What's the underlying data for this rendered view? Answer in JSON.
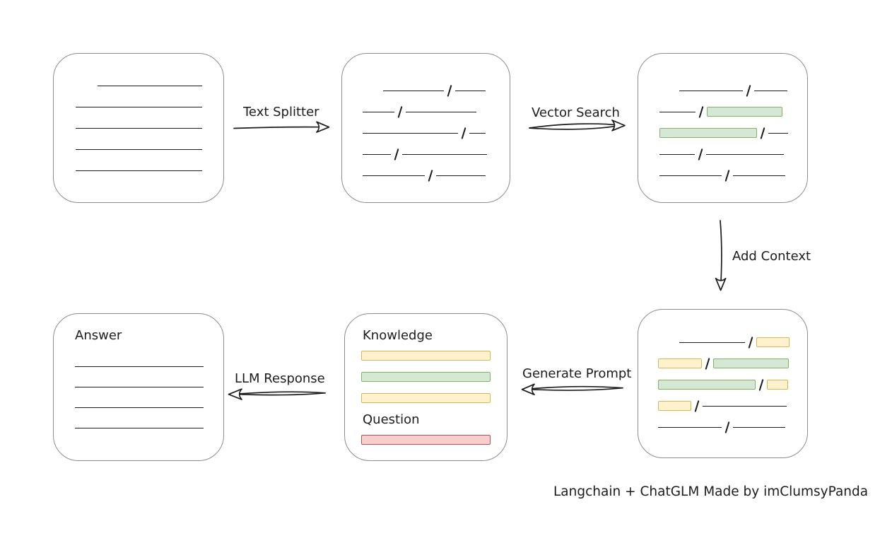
{
  "caption": "Langchain + ChatGLM Made by imClumsyPanda",
  "labels": {
    "text_splitter": "Text Splitter",
    "vector_search": "Vector Search",
    "add_context": "Add Context",
    "generate_prompt": "Generate Prompt",
    "llm_response": "LLM Response",
    "knowledge": "Knowledge",
    "question": "Question",
    "answer": "Answer"
  },
  "palette": {
    "ink": "#1c1c1c",
    "box_border": "#8d8d8d",
    "green": {
      "fill": "#d5e8d4",
      "border": "#82b366"
    },
    "yellow": {
      "fill": "#fff2cc",
      "border": "#d6b656"
    },
    "red": {
      "fill": "#f8cecc",
      "border": "#b85450"
    }
  },
  "boxes": {
    "document": {
      "rows": [
        [
          {
            "t": "sp",
            "w": 31
          },
          {
            "t": "ln",
            "w": 148
          }
        ],
        [
          {
            "t": "ln",
            "w": 179
          }
        ],
        [
          {
            "t": "ln",
            "w": 179
          }
        ],
        [
          {
            "t": "ln",
            "w": 179
          }
        ],
        [
          {
            "t": "ln",
            "w": 179
          }
        ]
      ]
    },
    "chunks": {
      "rows": [
        [
          {
            "t": "sp",
            "w": 29
          },
          {
            "t": "ln",
            "w": 86
          },
          {
            "t": "sl"
          },
          {
            "t": "ln",
            "w": 43
          }
        ],
        [
          {
            "t": "ln",
            "w": 45
          },
          {
            "t": "sl"
          },
          {
            "t": "ln",
            "w": 100
          }
        ],
        [
          {
            "t": "ln",
            "w": 135
          },
          {
            "t": "sl"
          },
          {
            "t": "ln",
            "w": 23
          }
        ],
        [
          {
            "t": "ln",
            "w": 40
          },
          {
            "t": "sl"
          },
          {
            "t": "ln",
            "w": 120
          }
        ],
        [
          {
            "t": "ln",
            "w": 88
          },
          {
            "t": "sl"
          },
          {
            "t": "ln",
            "w": 70
          }
        ]
      ]
    },
    "search_results": {
      "rows": [
        [
          {
            "t": "sp",
            "w": 28
          },
          {
            "t": "ln",
            "w": 90
          },
          {
            "t": "sl"
          },
          {
            "t": "ln",
            "w": 47
          }
        ],
        [
          {
            "t": "ln",
            "w": 51
          },
          {
            "t": "sl"
          },
          {
            "t": "bar",
            "c": "green",
            "w": 107
          }
        ],
        [
          {
            "t": "bar",
            "c": "green",
            "w": 138
          },
          {
            "t": "sl"
          },
          {
            "t": "ln",
            "w": 28
          }
        ],
        [
          {
            "t": "ln",
            "w": 50
          },
          {
            "t": "sl"
          },
          {
            "t": "ln",
            "w": 110
          }
        ],
        [
          {
            "t": "ln",
            "w": 88
          },
          {
            "t": "sl"
          },
          {
            "t": "ln",
            "w": 74
          }
        ]
      ]
    },
    "context": {
      "rows": [
        [
          {
            "t": "sp",
            "w": 30
          },
          {
            "t": "ln",
            "w": 93
          },
          {
            "t": "sl"
          },
          {
            "t": "bar",
            "c": "yellow",
            "w": 47
          }
        ],
        [
          {
            "t": "bar",
            "c": "yellow",
            "w": 62
          },
          {
            "t": "sl"
          },
          {
            "t": "bar",
            "c": "green",
            "w": 107
          }
        ],
        [
          {
            "t": "bar",
            "c": "green",
            "w": 138
          },
          {
            "t": "sl"
          },
          {
            "t": "bar",
            "c": "yellow",
            "w": 30
          }
        ],
        [
          {
            "t": "bar",
            "c": "yellow",
            "w": 47
          },
          {
            "t": "sl"
          },
          {
            "t": "ln",
            "w": 119
          }
        ],
        [
          {
            "t": "ln",
            "w": 90
          },
          {
            "t": "sl"
          },
          {
            "t": "ln",
            "w": 74
          }
        ]
      ]
    },
    "prompt": {
      "knowledge_bars": [
        "yellow",
        "green",
        "yellow"
      ],
      "question_bar": "red"
    },
    "answer": {
      "line_count": 4
    }
  }
}
